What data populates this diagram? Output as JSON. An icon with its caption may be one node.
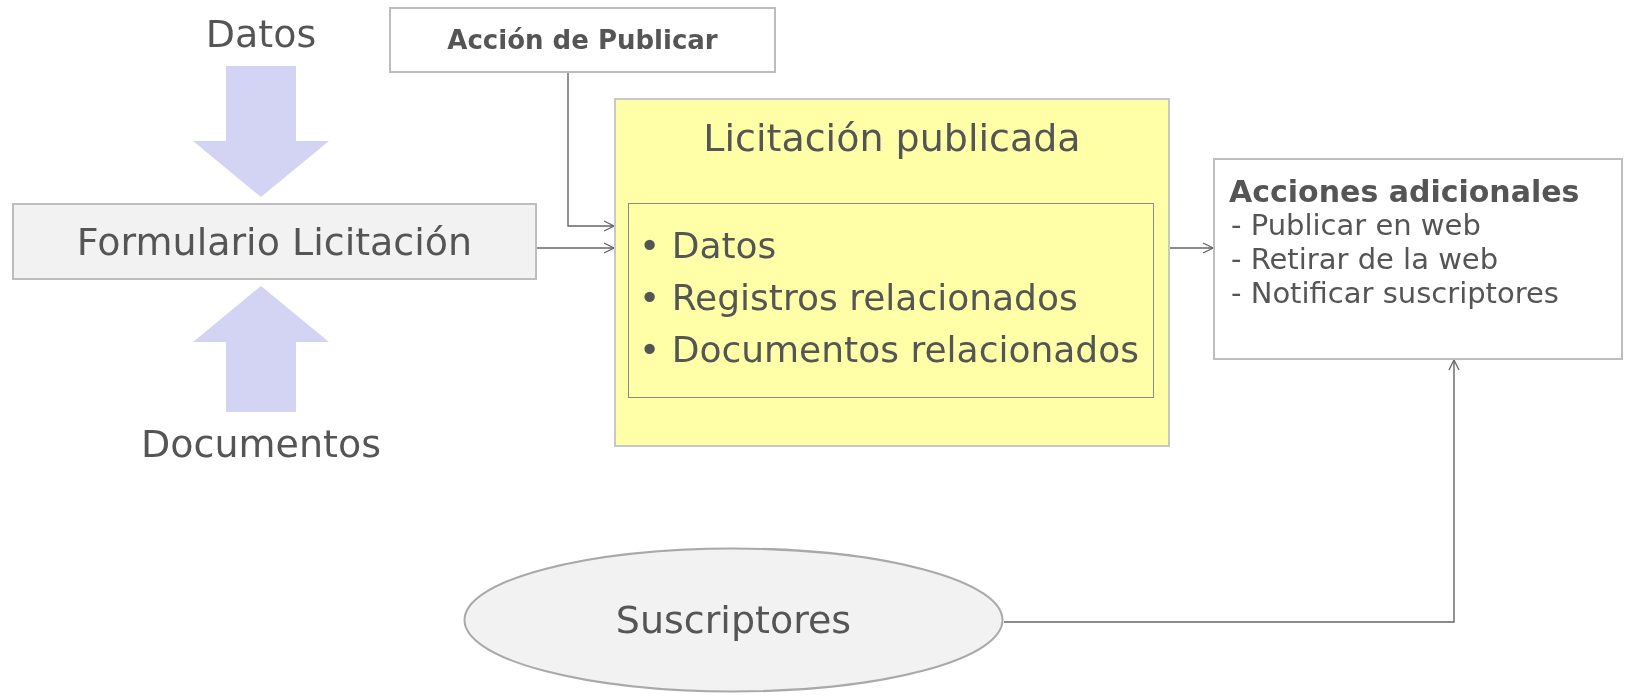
{
  "diagram": {
    "nodes": [
      {
        "text": [
          "Datos"
        ]
      },
      {
        "text": [
          "Acción de Publicar"
        ]
      },
      {
        "text": [
          "Formulario Licitación"
        ]
      },
      {
        "text": [
          "Documentos"
        ]
      },
      {
        "text": [
          "Licitación publicada"
        ]
      },
      {
        "text": [
          "• Datos",
          "• Registros relacionados",
          "• Documentos relacionados"
        ],
        "in": 4
      },
      {
        "text": [
          "Acciones adicionales",
          "- Publicar en web",
          "- Retirar de la web",
          "- Notificar suscriptores"
        ]
      },
      {
        "text": [
          "Suscriptores"
        ]
      }
    ],
    "edges": [
      {
        "from": 0,
        "to": 2,
        "arrow": "to",
        "style": "thick",
        "color": "#d3d3f3"
      },
      {
        "from": 3,
        "to": 2,
        "arrow": "to",
        "style": "thick",
        "color": "#d3d3f3"
      },
      {
        "from": 1,
        "to": 4,
        "arrow": "to"
      },
      {
        "from": 2,
        "to": 4,
        "arrow": "to"
      },
      {
        "from": 4,
        "to": 6,
        "arrow": "to"
      },
      {
        "from": 7,
        "to": 6,
        "arrow": "to"
      }
    ]
  }
}
